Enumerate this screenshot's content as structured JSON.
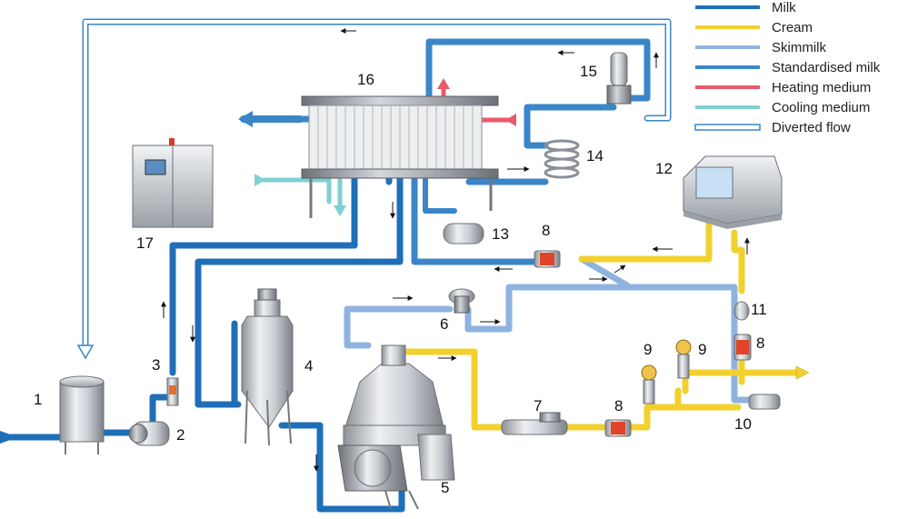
{
  "legend": [
    {
      "label": "Milk",
      "color": "#1f6fb8",
      "style": "solid"
    },
    {
      "label": "Cream",
      "color": "#f2d12e",
      "style": "solid"
    },
    {
      "label": "Skimmilk",
      "color": "#8fb3e0",
      "style": "solid"
    },
    {
      "label": "Standardised milk",
      "color": "#3a86c8",
      "style": "solid"
    },
    {
      "label": "Heating medium",
      "color": "#e85a6a",
      "style": "solid"
    },
    {
      "label": "Cooling medium",
      "color": "#7fd0d4",
      "style": "solid"
    },
    {
      "label": "Diverted flow",
      "color": "#3a86c8",
      "style": "hollow"
    }
  ],
  "components": {
    "balance_tank": "1",
    "feed_pump": "2",
    "flow_controller": "3",
    "deaerator": "4",
    "separator": "5",
    "constant_pressure_valve": "6",
    "density_transmitter": "7",
    "flow_transmitter_cream": "8",
    "flow_transmitter_skim": "8",
    "flow_transmitter_remix": "8",
    "regulating_valve_a": "9",
    "regulating_valve_b": "9",
    "shut_off_valve": "10",
    "check_valve": "11",
    "homogenizer": "12",
    "hot_water_unit": "13",
    "holding_tube": "14",
    "divert_valve": "15",
    "plate_heat_exchanger": "16",
    "control_panel": "17"
  }
}
